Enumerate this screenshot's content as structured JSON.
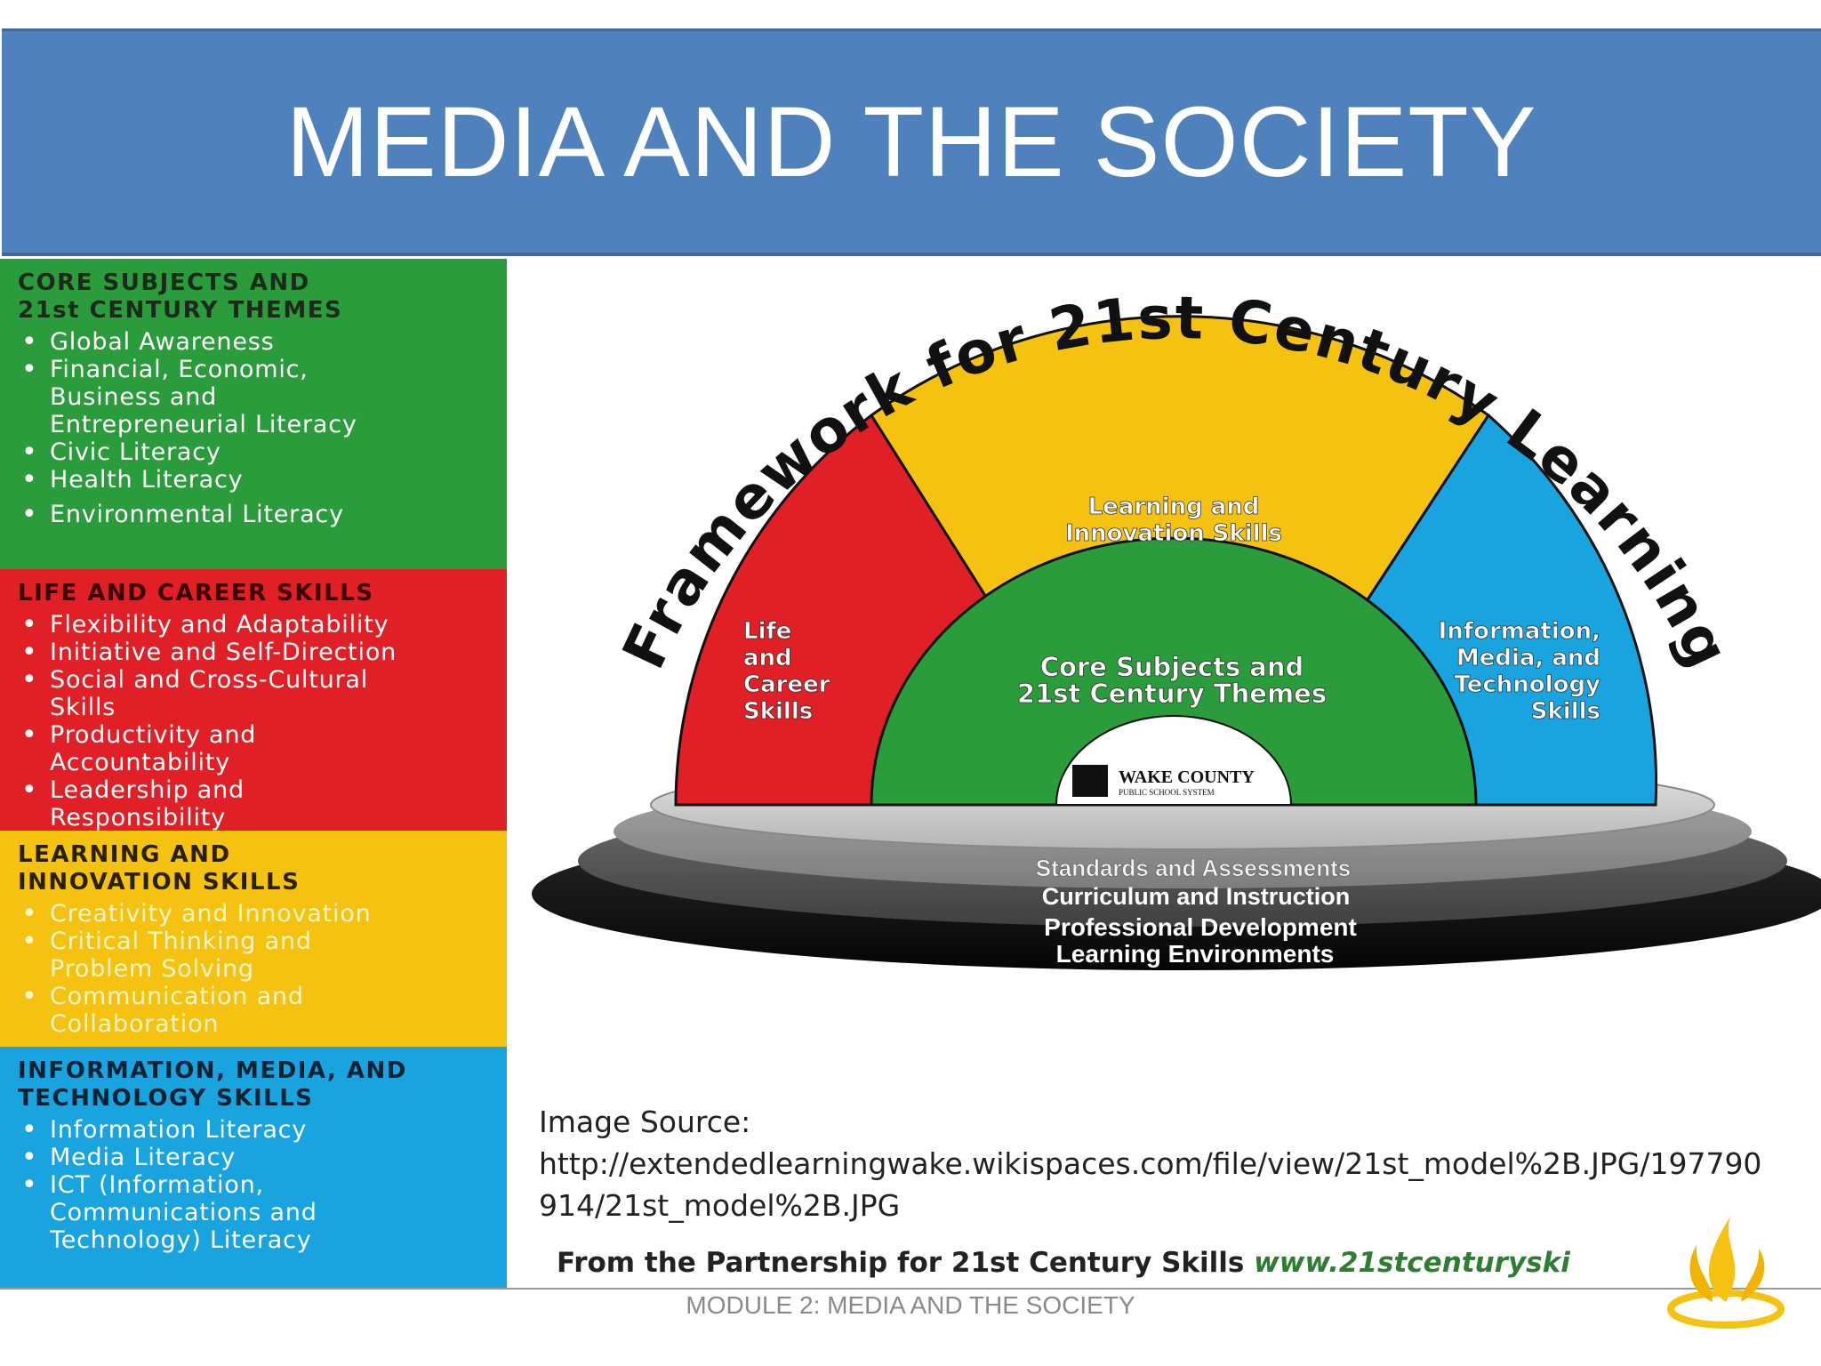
{
  "slide": {
    "title": "MEDIA AND THE SOCIETY",
    "footer": "MODULE 2: MEDIA AND THE SOCIETY"
  },
  "panels": {
    "core": {
      "heading": "CORE SUBJECTS AND\n21st CENTURY THEMES",
      "items": [
        "Global Awareness",
        "Financial, Economic,\nBusiness and\nEntrepreneurial Literacy",
        "Civic Literacy",
        "Health Literacy",
        "Environmental Literacy"
      ]
    },
    "life": {
      "heading": "LIFE AND CAREER SKILLS",
      "items": [
        "Flexibility and Adaptability",
        "Initiative and Self-Direction",
        "Social and Cross-Cultural\nSkills",
        "Productivity and\nAccountability",
        "Leadership and\nResponsibility"
      ]
    },
    "learning": {
      "heading": "LEARNING AND\nINNOVATION SKILLS",
      "items": [
        "Creativity and Innovation",
        "Critical Thinking and\nProblem Solving",
        "Communication and\nCollaboration"
      ]
    },
    "info": {
      "heading": "INFORMATION, MEDIA, AND\nTECHNOLOGY SKILLS",
      "items": [
        "Information Literacy",
        "Media Literacy",
        "ICT (Information,\nCommunications and\nTechnology) Literacy"
      ]
    }
  },
  "diagram": {
    "arc_title": "Framework for 21st Century Learning",
    "segments": {
      "life": [
        "Life",
        "and",
        "Career",
        "Skills"
      ],
      "learning": [
        "Learning and",
        "Innovation Skills"
      ],
      "info": [
        "Information,",
        "Media, and",
        "Technology",
        "Skills"
      ],
      "core": [
        "Core Subjects and",
        "21st Century Themes"
      ]
    },
    "logo_name": "WAKE COUNTY",
    "logo_sub": "PUBLIC SCHOOL SYSTEM",
    "supports": [
      "Standards and Assessments",
      "Curriculum and Instruction",
      "Professional Development",
      "Learning Environments"
    ],
    "colors": {
      "red": "#e01f26",
      "yellow": "#f5c212",
      "blue": "#19a4e0",
      "green": "#2b9c3c"
    }
  },
  "source": {
    "label": "Image Source:",
    "url": "http://extendedlearningwake.wikispaces.com/file/view/21st_model%2B.JPG/197790914/21st_model%2B.JPG"
  },
  "credit": {
    "prefix": "From the Partnership for 21st Century Skills ",
    "site": "www.21stcenturyski"
  }
}
